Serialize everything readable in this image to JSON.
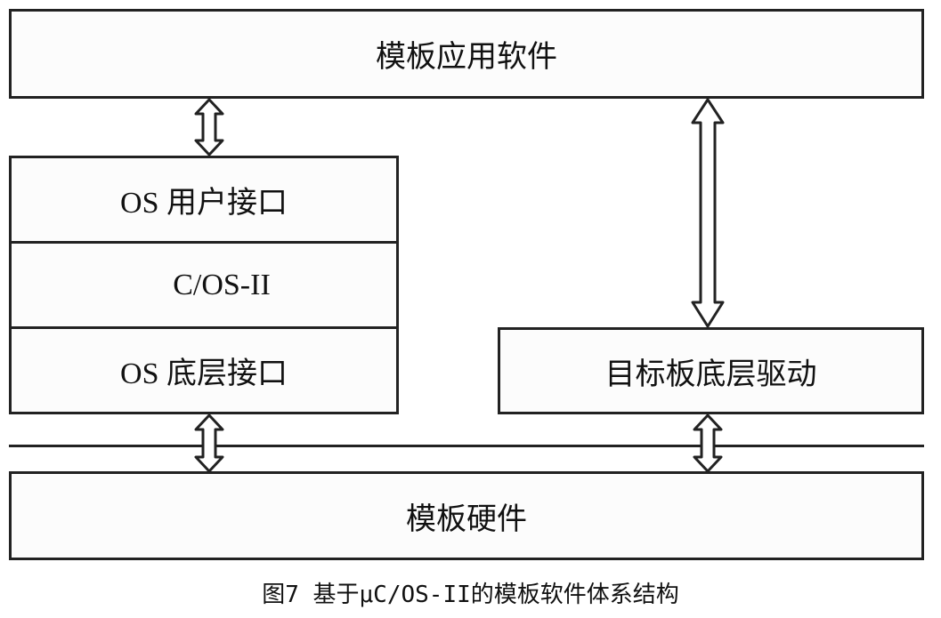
{
  "blocks": {
    "app_software": "模板应用软件",
    "os_user_interface": "OS 用户接口",
    "ucos": "C/OS-II",
    "os_low_interface": "OS 底层接口",
    "board_driver": "目标板底层驱动",
    "hardware": "模板硬件"
  },
  "caption": "图7 基于μC/OS-II的模板软件体系结构"
}
